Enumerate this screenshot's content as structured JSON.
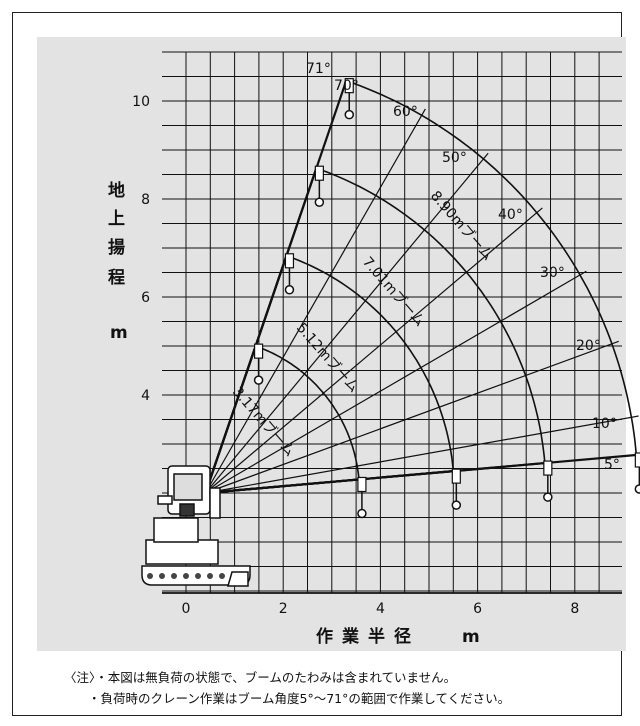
{
  "diagram": {
    "y_axis_title": [
      "地",
      "上",
      "揚",
      "程"
    ],
    "y_axis_unit": "m",
    "x_axis_title": "作業半径",
    "x_axis_unit": "m",
    "x_ticks": [
      "0",
      "2",
      "4",
      "6",
      "8"
    ],
    "y_ticks": [
      "4",
      "6",
      "8",
      "10"
    ],
    "boom_lengths": [
      {
        "label": "3.17mブーム",
        "length": 3.17
      },
      {
        "label": "5.12mブーム",
        "length": 5.12
      },
      {
        "label": "7.01mブーム",
        "length": 7.01
      },
      {
        "label": "8.90mブーム",
        "length": 8.9
      }
    ],
    "angles": [
      {
        "label": "71°",
        "deg": 71
      },
      {
        "label": "70°",
        "deg": 70
      },
      {
        "label": "60°",
        "deg": 60
      },
      {
        "label": "50°",
        "deg": 50
      },
      {
        "label": "40°",
        "deg": 40
      },
      {
        "label": "30°",
        "deg": 30
      },
      {
        "label": "20°",
        "deg": 20
      },
      {
        "label": "10°",
        "deg": 10
      },
      {
        "label": "5°",
        "deg": 5
      }
    ],
    "x_range": [
      -1,
      9
    ],
    "y_range": [
      -0.5,
      11
    ]
  },
  "notes": {
    "line1": "〈注〉・本図は無負荷の状態で、ブームのたわみは含まれていません。",
    "line2": "・負荷時のクレーン作業はブーム角度5°〜71°の範囲で作業してください。"
  }
}
